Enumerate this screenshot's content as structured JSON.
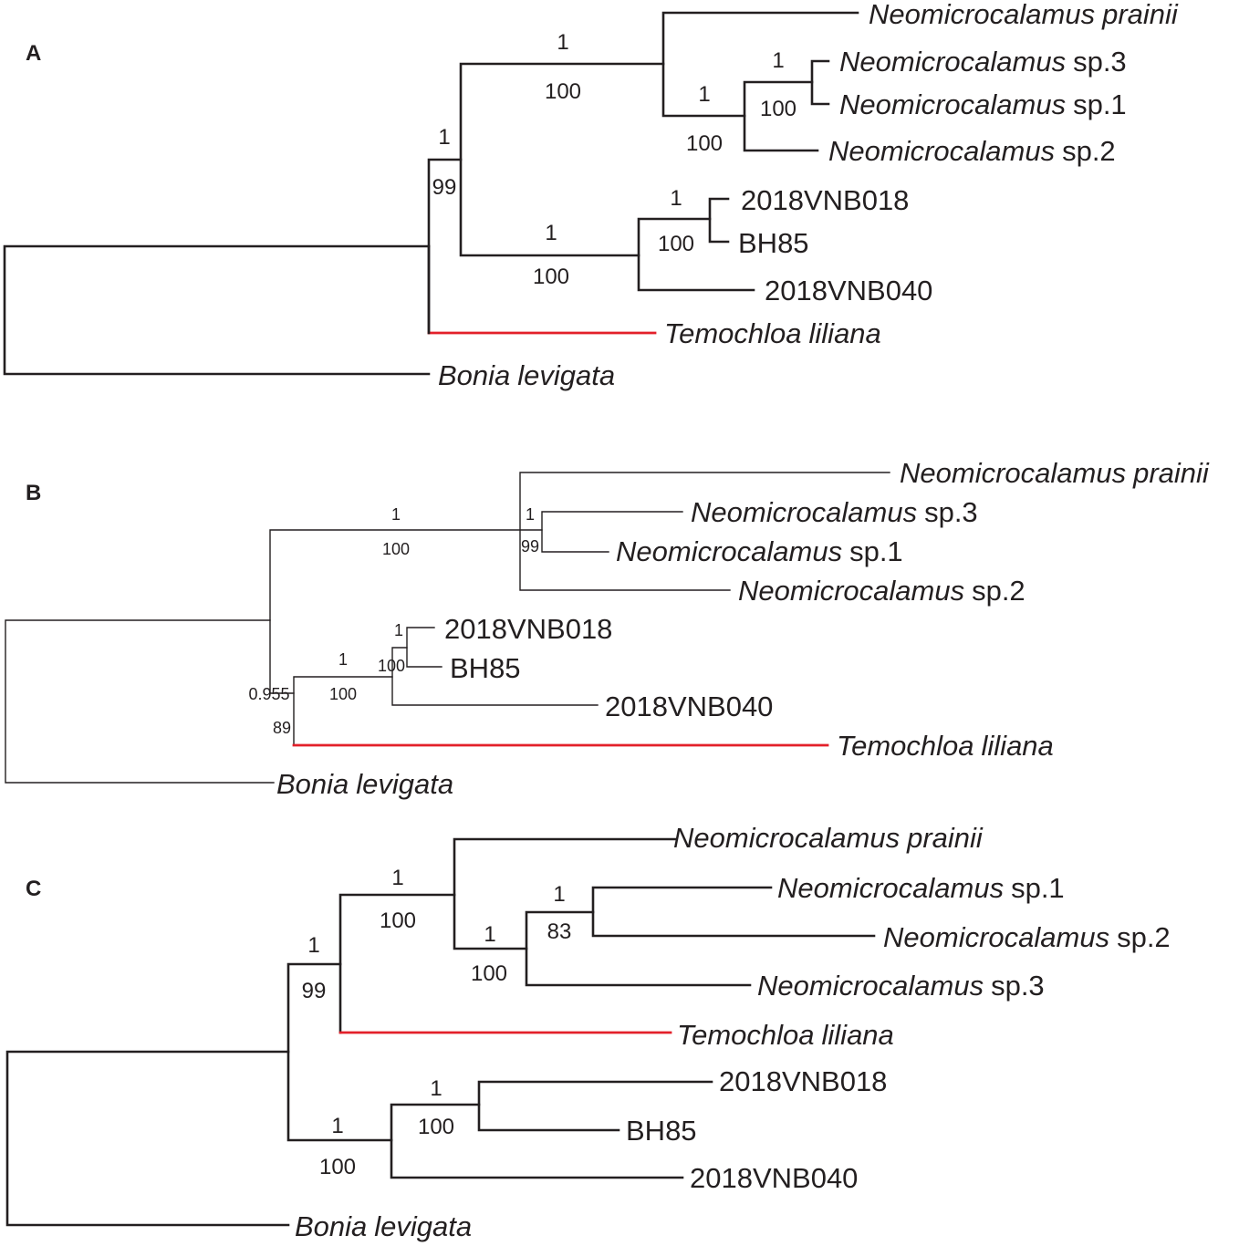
{
  "figure": {
    "highlight_color": "#e3202a",
    "line_color": "#231f20",
    "panels": [
      {
        "label": "A",
        "tips": [
          {
            "genus": "Neomicrocalamus",
            "epithet": "prainii",
            "italic_all": true
          },
          {
            "genus": "Neomicrocalamus",
            "epithet": "sp.3",
            "italic_all": false
          },
          {
            "genus": "Neomicrocalamus",
            "epithet": "sp.1",
            "italic_all": false
          },
          {
            "genus": "Neomicrocalamus",
            "epithet": "sp.2",
            "italic_all": false
          },
          {
            "genus": "",
            "epithet": "2018VNB018",
            "italic_all": false
          },
          {
            "genus": "",
            "epithet": "BH85",
            "italic_all": false
          },
          {
            "genus": "",
            "epithet": "2018VNB040",
            "italic_all": false
          },
          {
            "genus": "Temochloa",
            "epithet": "liliana",
            "italic_all": true,
            "highlight": true
          },
          {
            "genus": "Bonia",
            "epithet": "levigata",
            "italic_all": true
          }
        ],
        "support": [
          {
            "node": "root-ingroup",
            "pp": "1",
            "bs": "99"
          },
          {
            "node": "neomicrocalamus-clade",
            "pp": "1",
            "bs": "100"
          },
          {
            "node": "sp-clade",
            "pp": "1",
            "bs": "100"
          },
          {
            "node": "sp3-sp1",
            "pp": "1",
            "bs": "100"
          },
          {
            "node": "vnb-clade",
            "pp": "1",
            "bs": "100"
          },
          {
            "node": "vnb018-bh85",
            "pp": "1",
            "bs": "100"
          }
        ]
      },
      {
        "label": "B",
        "tips": [
          {
            "genus": "Neomicrocalamus",
            "epithet": "prainii",
            "italic_all": true
          },
          {
            "genus": "Neomicrocalamus",
            "epithet": "sp.3",
            "italic_all": false
          },
          {
            "genus": "Neomicrocalamus",
            "epithet": "sp.1",
            "italic_all": false
          },
          {
            "genus": "Neomicrocalamus",
            "epithet": "sp.2",
            "italic_all": false
          },
          {
            "genus": "",
            "epithet": "2018VNB018",
            "italic_all": false
          },
          {
            "genus": "",
            "epithet": "BH85",
            "italic_all": false
          },
          {
            "genus": "",
            "epithet": "2018VNB040",
            "italic_all": false
          },
          {
            "genus": "Temochloa",
            "epithet": "liliana",
            "italic_all": true,
            "highlight": true
          },
          {
            "genus": "Bonia",
            "epithet": "levigata",
            "italic_all": true
          }
        ],
        "support": [
          {
            "node": "neomicrocalamus-clade",
            "pp": "1",
            "bs": "100"
          },
          {
            "node": "sp3-sp1",
            "pp": "1",
            "bs": "99"
          },
          {
            "node": "vnb018-bh85",
            "pp": "1",
            "bs": "100"
          },
          {
            "node": "vnb-clade",
            "pp": "1",
            "bs": "100"
          },
          {
            "node": "vnb-temochloa",
            "pp": "0.955",
            "bs": "89"
          }
        ]
      },
      {
        "label": "C",
        "tips": [
          {
            "genus": "Neomicrocalamus",
            "epithet": "prainii",
            "italic_all": true
          },
          {
            "genus": "Neomicrocalamus",
            "epithet": "sp.1",
            "italic_all": false
          },
          {
            "genus": "Neomicrocalamus",
            "epithet": "sp.2",
            "italic_all": false
          },
          {
            "genus": "Neomicrocalamus",
            "epithet": "sp.3",
            "italic_all": false
          },
          {
            "genus": "Temochloa",
            "epithet": "liliana",
            "italic_all": true,
            "highlight": true
          },
          {
            "genus": "",
            "epithet": "2018VNB018",
            "italic_all": false
          },
          {
            "genus": "",
            "epithet": "BH85",
            "italic_all": false
          },
          {
            "genus": "",
            "epithet": "2018VNB040",
            "italic_all": false
          },
          {
            "genus": "Bonia",
            "epithet": "levigata",
            "italic_all": true
          }
        ],
        "support": [
          {
            "node": "ingroup",
            "pp": "1",
            "bs": "99"
          },
          {
            "node": "neo-temochloa",
            "pp": "1",
            "bs": "100"
          },
          {
            "node": "sp-clade",
            "pp": "1",
            "bs": "100"
          },
          {
            "node": "sp1-sp2",
            "pp": "1",
            "bs": "83"
          },
          {
            "node": "vnb-clade",
            "pp": "1",
            "bs": "100"
          },
          {
            "node": "vnb018-bh85",
            "pp": "1",
            "bs": "100"
          }
        ]
      }
    ]
  }
}
